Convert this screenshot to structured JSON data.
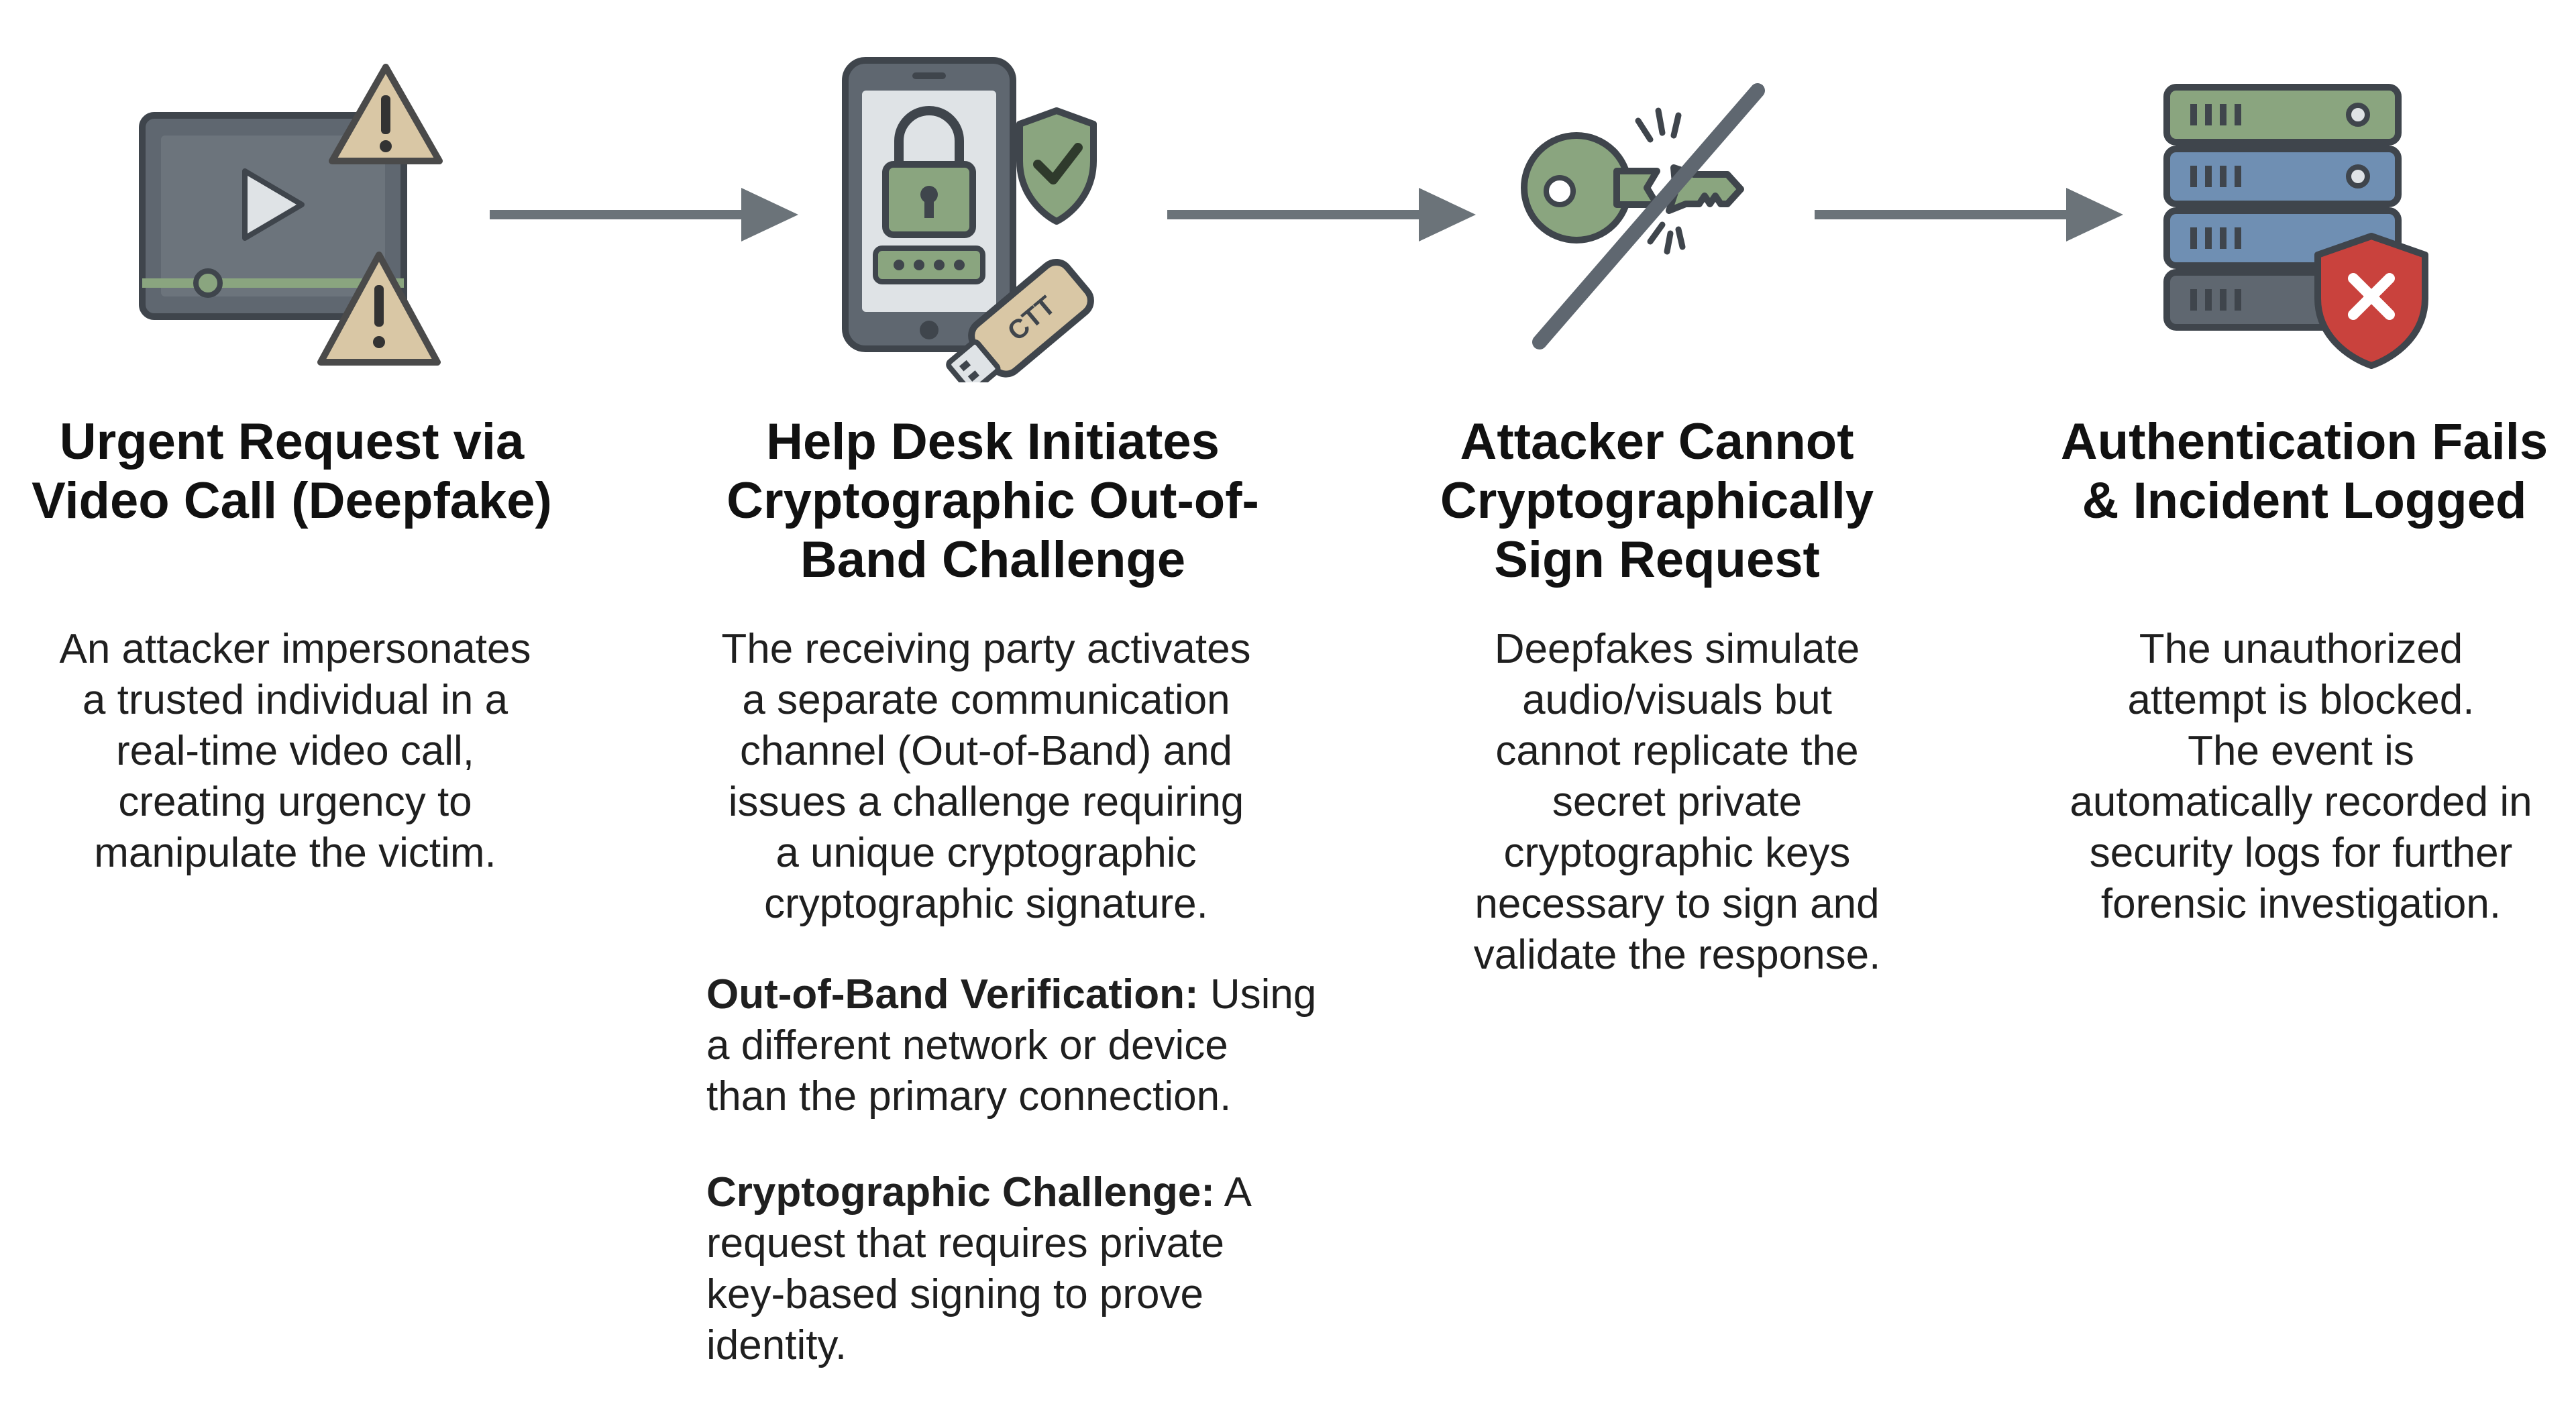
{
  "steps": [
    {
      "title": "Urgent Request via\nVideo Call (Deepfake)",
      "body": "An attacker impersonates\na trusted individual in a\nreal-time video call,\ncreating urgency to\nmanipulate the victim.",
      "icon": "video-call-warning-icon"
    },
    {
      "title": "Help Desk Initiates\nCryptographic Out-of-\nBand Challenge",
      "body": "The receiving party activates\na separate communication\nchannel (Out-of-Band) and\nissues a challenge requiring\na unique cryptographic\ncryptographic signature.",
      "icon": "phone-lock-token-icon",
      "token_label": "CTT",
      "definitions": [
        {
          "term": "Out-of-Band Verification:",
          "text": " Using\na different network or device\nthan the primary connection."
        },
        {
          "term": "Cryptographic Challenge:",
          "text": " A\nrequest that requires private\nkey-based signing to prove\nidentity."
        }
      ]
    },
    {
      "title": "Attacker Cannot\nCryptographically\nSign Request",
      "body": "Deepfakes simulate\naudio/visuals but\ncannot replicate the\nsecret private\ncryptographic keys\nnecessary to sign and\nvalidate the response.",
      "icon": "broken-key-icon"
    },
    {
      "title": "Authentication Fails\n& Incident Logged",
      "body": "The unauthorized\nattempt is blocked.\nThe event is\nautomatically recorded in\nsecurity logs for further\nforensic investigation.",
      "icon": "server-denied-icon"
    }
  ],
  "colors": {
    "slate": "#5f6770",
    "dark": "#3f454c",
    "screen": "#dfe3e6",
    "sage": "#8aa57f",
    "sage_dark": "#5f7b57",
    "warning": "#d9c7a5",
    "warning_stroke": "#4a4a4a",
    "server_blue": "#6f8fb3",
    "red": "#c9423d",
    "arrow": "#6b7379"
  }
}
